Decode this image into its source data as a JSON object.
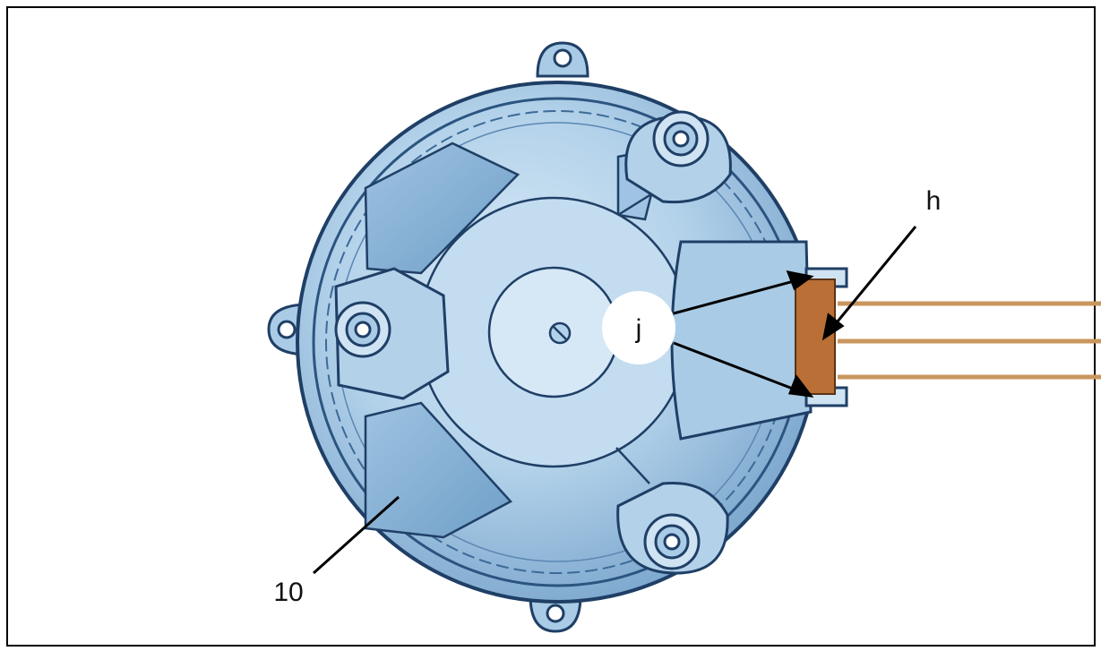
{
  "callouts": {
    "h": "h",
    "j": "j",
    "ten": "10"
  },
  "colors": {
    "housing_light": "#cfe3f3",
    "housing_mid": "#a9cbe6",
    "housing_dark": "#6f9fc7",
    "outline": "#1f3f66",
    "connector": "#b96f35",
    "wire": "#c9965e",
    "border": "#000000"
  }
}
